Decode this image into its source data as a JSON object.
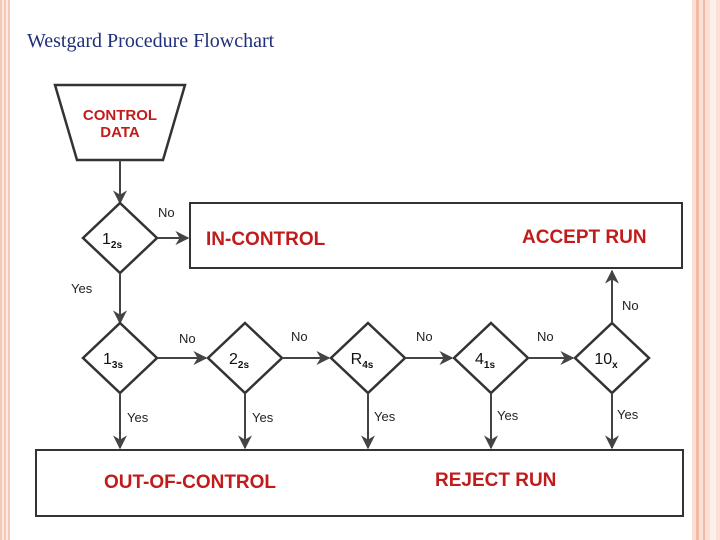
{
  "title": "Westgard Procedure Flowchart",
  "start": {
    "line1": "CONTROL",
    "line2": "DATA"
  },
  "in_control": {
    "left": "IN-CONTROL",
    "right": "ACCEPT RUN"
  },
  "out_of_control": {
    "left": "OUT-OF-CONTROL",
    "right": "REJECT RUN"
  },
  "rules": [
    {
      "main": "1",
      "sub": "2s"
    },
    {
      "main": "1",
      "sub": "3s"
    },
    {
      "main": "2",
      "sub": "2s"
    },
    {
      "main": "R",
      "sub": "4s"
    },
    {
      "main": "4",
      "sub": "1s"
    },
    {
      "main": "10",
      "sub": "x"
    }
  ],
  "edge_labels": {
    "no": "No",
    "yes": "Yes"
  },
  "colors": {
    "title": "#1f2f7a",
    "box_text": "#c11c1c",
    "lines": "#444444"
  }
}
